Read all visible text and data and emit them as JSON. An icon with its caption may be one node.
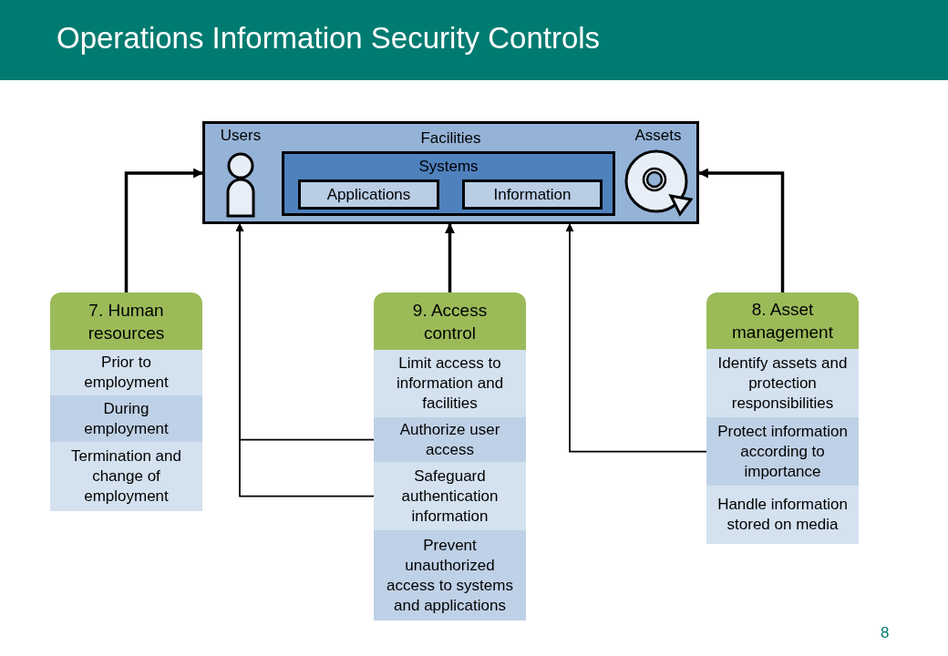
{
  "diagram": {
    "title": "Operations Information Security Controls",
    "nodes": [
      {
        "text": [
          "Facilities"
        ]
      },
      {
        "text": [
          "Users"
        ],
        "in": 0
      },
      {
        "text": [
          "Systems"
        ],
        "in": 0
      },
      {
        "text": [
          "Applications"
        ],
        "in": 2
      },
      {
        "text": [
          "Information"
        ],
        "in": 2
      },
      {
        "text": [
          "Assets"
        ],
        "in": 0
      },
      {
        "text": [
          "7. Human resources"
        ]
      },
      {
        "text": [
          "Prior to employment"
        ]
      },
      {
        "text": [
          "During employment"
        ]
      },
      {
        "text": [
          "Termination and change of employment"
        ]
      },
      {
        "text": [
          "9. Access control"
        ]
      },
      {
        "text": [
          "Limit access to information and facilities"
        ]
      },
      {
        "text": [
          "Authorize user access"
        ]
      },
      {
        "text": [
          "Safeguard authentication information"
        ]
      },
      {
        "text": [
          "Prevent unauthorized access to systems and applications"
        ]
      },
      {
        "text": [
          "8. Asset management"
        ]
      },
      {
        "text": [
          "Identify assets and protection responsibilities"
        ]
      },
      {
        "text": [
          "Protect information according to importance"
        ]
      },
      {
        "text": [
          "Handle information stored on media"
        ]
      }
    ],
    "edges": [
      {
        "from": 6,
        "to": 0,
        "arrow": "to",
        "style": "thick"
      },
      {
        "from": 10,
        "to": 0,
        "arrow": "to",
        "style": "thick"
      },
      {
        "from": 15,
        "to": 0,
        "arrow": "to",
        "style": "thick"
      },
      {
        "from": 12,
        "to": 0,
        "arrow": "to"
      },
      {
        "from": 13,
        "to": 0,
        "arrow": "to"
      },
      {
        "from": 17,
        "to": 0,
        "arrow": "to"
      }
    ],
    "labels": [
      "8"
    ]
  }
}
